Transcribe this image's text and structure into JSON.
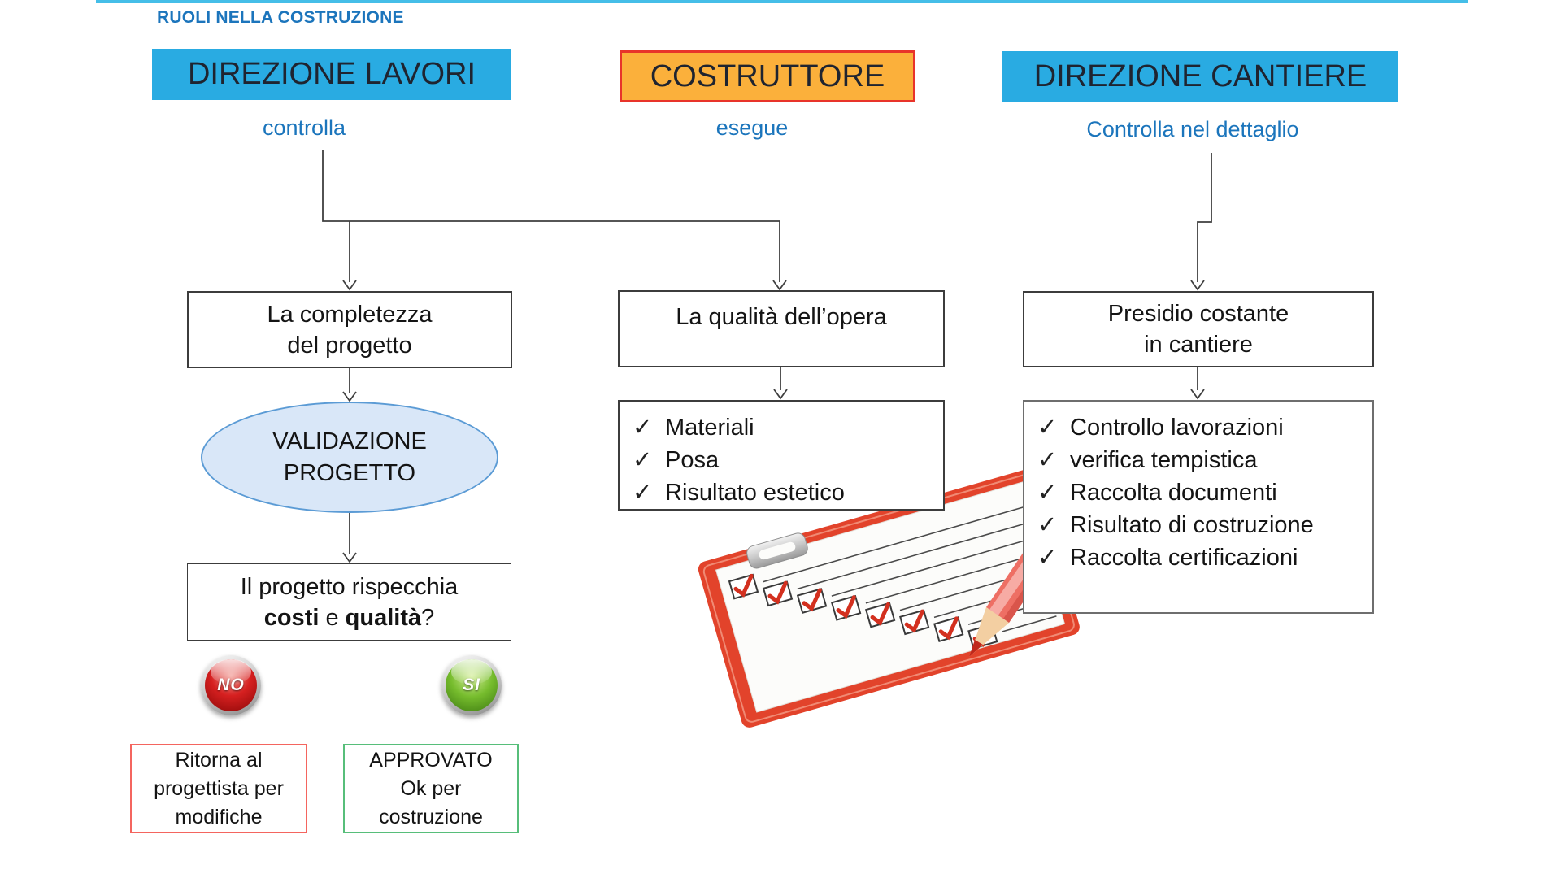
{
  "slide": {
    "title": "RUOLI NELLA COSTRUZIONE"
  },
  "colors": {
    "header_cyan": "#29ABE2",
    "header_orange": "#FBB03B",
    "orange_border": "#E8342A",
    "accent_blue": "#1B75BC",
    "connector": "#3F3F3F",
    "ellipse_fill": "#D9E7F8",
    "ellipse_border": "#5B9BD5",
    "no_button_red": "#C01010",
    "si_button_green": "#6EB52E",
    "return_box_border": "#F4655F",
    "approved_box_border": "#57BE7A"
  },
  "columns": {
    "lavori": {
      "header": "DIREZIONE LAVORI",
      "action": "controlla"
    },
    "costruttore": {
      "header": "COSTRUTTORE",
      "action": "esegue"
    },
    "cantiere": {
      "header": "DIREZIONE CANTIERE",
      "action": "Controlla nel dettaglio"
    }
  },
  "lavori_flow": {
    "completeness": {
      "line1": "La completezza",
      "line2": "del progetto"
    },
    "validation": {
      "line1": "VALIDAZIONE",
      "line2": "PROGETTO"
    },
    "decision": {
      "line1": "Il progetto rispecchia",
      "bold1": "costi",
      "sep": " e ",
      "bold2": "qualità",
      "qmark": "?"
    },
    "no_button": "NO",
    "si_button": "SI",
    "no_outcome": {
      "line1": "Ritorna al",
      "line2": "progettista per",
      "line3": "modifiche"
    },
    "si_outcome": {
      "line1": "APPROVATO",
      "line2": "Ok per",
      "line3": "costruzione"
    }
  },
  "costruttore_flow": {
    "quality_title": "La qualità dell’opera",
    "check_glyph": "✓",
    "items": [
      "Materiali",
      "Posa",
      "Risultato estetico"
    ]
  },
  "cantiere_flow": {
    "presence": {
      "line1": "Presidio costante",
      "line2": "in cantiere"
    },
    "check_glyph": "✓",
    "items": [
      "Controllo lavorazioni",
      "verifica tempistica",
      "Raccolta documenti",
      "Risultato di costruzione",
      "Raccolta certificazioni"
    ]
  },
  "illustration": {
    "alt": "checklist-clipboard-with-red-pencil"
  }
}
